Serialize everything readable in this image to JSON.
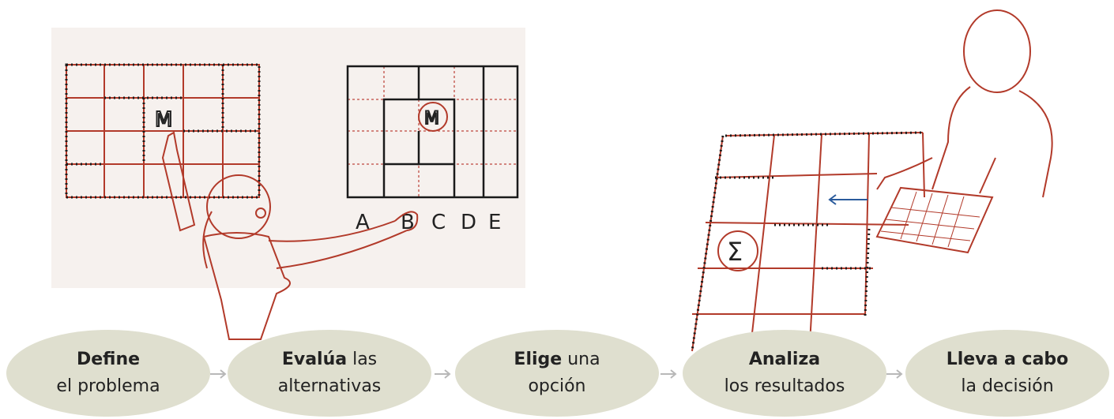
{
  "illustration": {
    "left_maze_letter": "M",
    "right_maze_letter": "M",
    "column_letters": [
      "A",
      "B",
      "C",
      "D",
      "E"
    ],
    "floor_symbol": "Σ"
  },
  "steps": [
    {
      "bold": "Define",
      "rest": "",
      "line2": "el problema"
    },
    {
      "bold": "Evalúa",
      "rest": " las",
      "line2": "alternativas"
    },
    {
      "bold": "Elige",
      "rest": " una",
      "line2": "opción"
    },
    {
      "bold": "Analiza",
      "rest": "",
      "line2": "los resultados"
    },
    {
      "bold": "Lleva a cabo",
      "rest": "",
      "line2": "la decisión"
    }
  ],
  "colors": {
    "step_fill": "#dfdfcf",
    "arrow": "#b8b8b8",
    "grid_red": "#b23a2a",
    "ink": "#222222",
    "hint_arrow": "#2a5b9c"
  }
}
